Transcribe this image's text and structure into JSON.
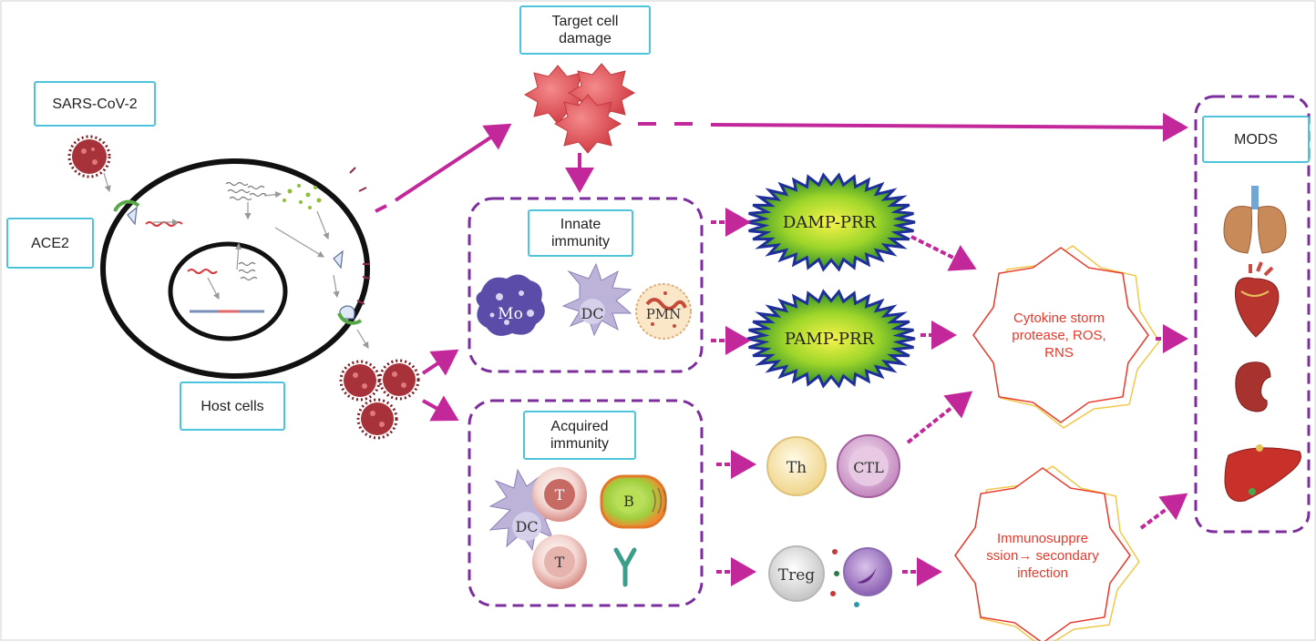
{
  "labels": {
    "sars_cov_2": "SARS-CoV-2",
    "ace2": "ACE2",
    "host_cells": "Host cells",
    "target_cell_damage": "Target cell\ndamage",
    "innate_immunity": "Innate\nimmunity",
    "acquired_immunity": "Acquired\nimmunity",
    "mods": "MODS"
  },
  "receptors": {
    "damp_prr": "DAMP-PRR",
    "pamp_prr": "PAMP-PRR"
  },
  "innate_cells": {
    "mo": "Mo",
    "dc": "DC",
    "pmn": "PMN"
  },
  "acquired_cells": {
    "dc": "DC",
    "t_upper": "T",
    "t_lower": "T",
    "b": "B"
  },
  "effector_cells": {
    "th": "Th",
    "ctl": "CTL",
    "treg": "Treg"
  },
  "outcomes": {
    "cytokine_storm": "Cytokine storm\nprotease, ROS,\nRNS",
    "immunosuppression": "Immunosuppre\nssion→ secondary\ninfection"
  },
  "organs": [
    "lungs",
    "heart",
    "kidney",
    "liver"
  ],
  "colors": {
    "label_border": "#4ec3dc",
    "dashed_box": "#7b2e9c",
    "arrow": "#c2289a",
    "outcome_text": "#e8392a",
    "virus": "#9e2a2f",
    "damage": "#e3565a"
  }
}
